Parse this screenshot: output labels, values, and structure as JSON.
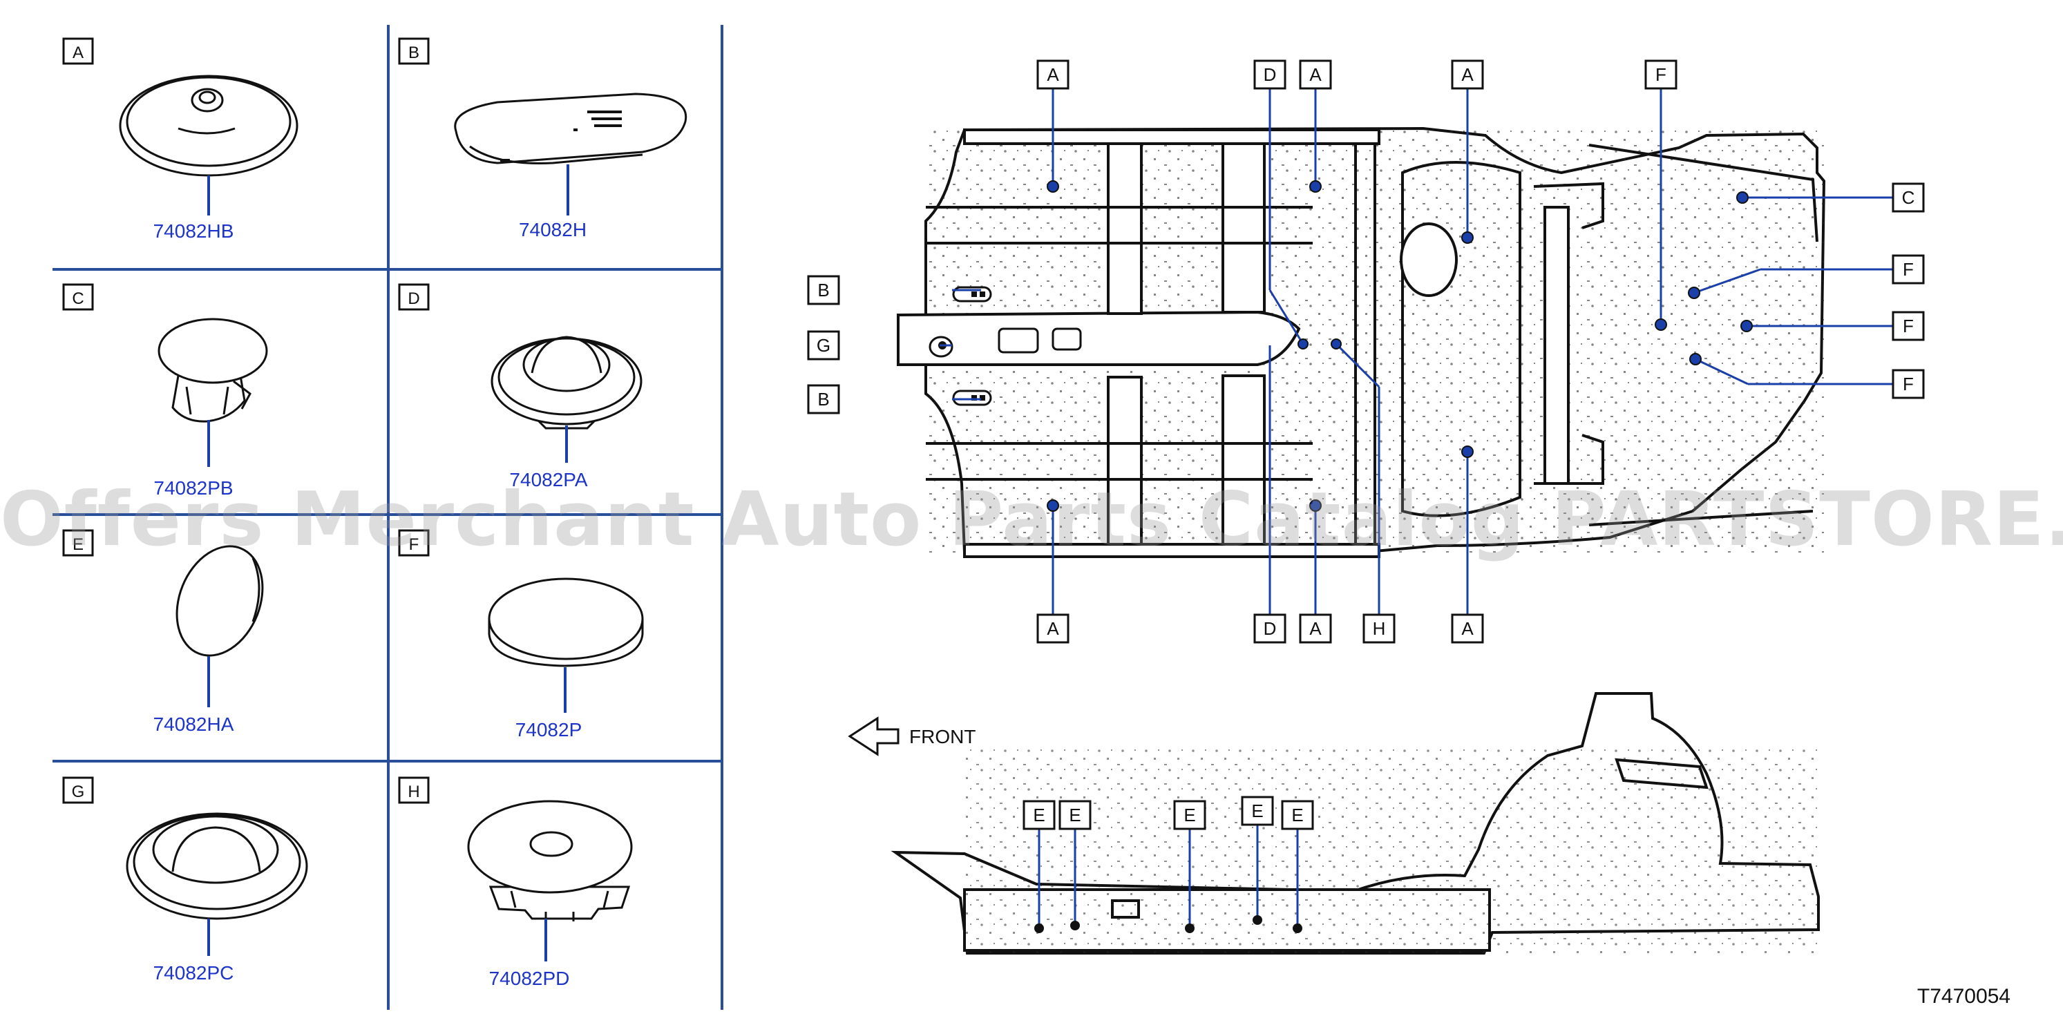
{
  "parts": [
    {
      "key": "A",
      "label": "A",
      "part_number": "74082HB"
    },
    {
      "key": "B",
      "label": "B",
      "part_number": "74082H"
    },
    {
      "key": "C",
      "label": "C",
      "part_number": "74082PB"
    },
    {
      "key": "D",
      "label": "D",
      "part_number": "74082PA"
    },
    {
      "key": "E",
      "label": "E",
      "part_number": "74082HA"
    },
    {
      "key": "F",
      "label": "F",
      "part_number": "74082P"
    },
    {
      "key": "G",
      "label": "G",
      "part_number": "74082PC"
    },
    {
      "key": "H",
      "label": "H",
      "part_number": "74082PD"
    }
  ],
  "callouts": {
    "A": "A",
    "B": "B",
    "C": "C",
    "D": "D",
    "E": "E",
    "F": "F",
    "G": "G",
    "H": "H"
  },
  "front_label": "FRONT",
  "diagram_id": "T7470054",
  "watermark": "Offers Merchant Auto Parts Catalog PARTSTORE.SA",
  "colors": {
    "accent": "#1a3fa8",
    "line": "#111111",
    "grid": "#2a4f9a",
    "part_number": "#1c34c8"
  }
}
